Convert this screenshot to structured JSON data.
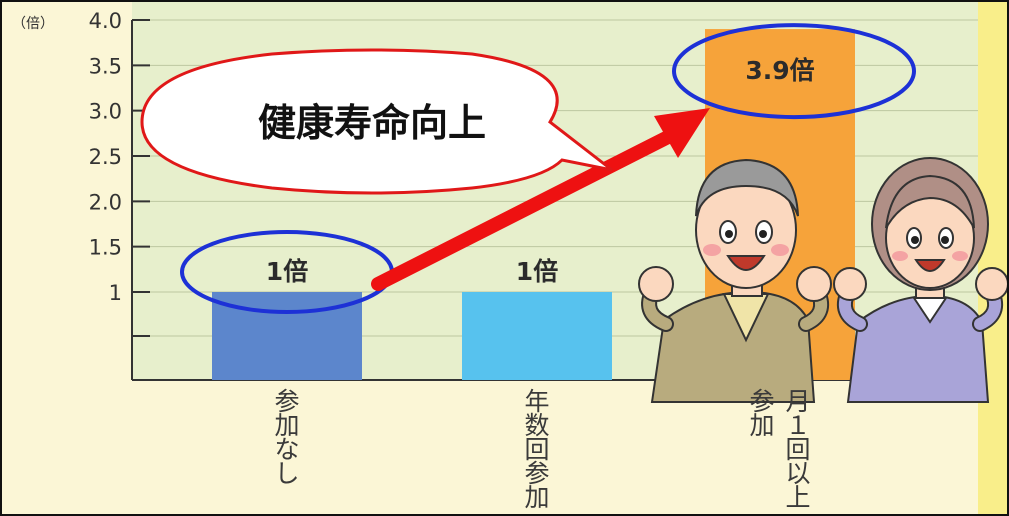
{
  "chart_data": {
    "type": "bar",
    "y_unit": "（倍）",
    "ylim": [
      0,
      4.0
    ],
    "y_ticks": [
      "4.0",
      "3.5",
      "3.0",
      "2.5",
      "2.0",
      "1.5",
      "1"
    ],
    "y_tick_values": [
      4.0,
      3.5,
      3.0,
      2.5,
      2.0,
      1.5,
      1.0
    ],
    "grid": true,
    "categories": [
      "参加なし",
      "年数回参加",
      "月１回以上参加"
    ],
    "category_columns": [
      [
        "参加なし"
      ],
      [
        "年数回参加"
      ],
      [
        "月１回以上",
        "参加"
      ]
    ],
    "values": [
      1,
      1,
      3.9
    ],
    "data_labels": [
      "1倍",
      "1倍",
      "3.9倍"
    ],
    "annotations": {
      "callout": "健康寿命向上",
      "highlight_circles": [
        0,
        2
      ],
      "arrow": "from bar 1 to bar 3"
    }
  },
  "colors": {
    "plot_background": "#e7efcc",
    "page_background": "#fbf6d6",
    "bar_colors": [
      "#5c86cc",
      "#57c2ee",
      "#f6a33a"
    ],
    "grid": "#bcc7a0",
    "circle": "#1d31d6",
    "arrow": "#ee1111",
    "callout_border": "#e01818",
    "right_stripe": "#f9ee8a"
  },
  "illustration": {
    "characters": [
      "elderly-man-cheering-icon",
      "elderly-woman-cheering-icon"
    ]
  }
}
